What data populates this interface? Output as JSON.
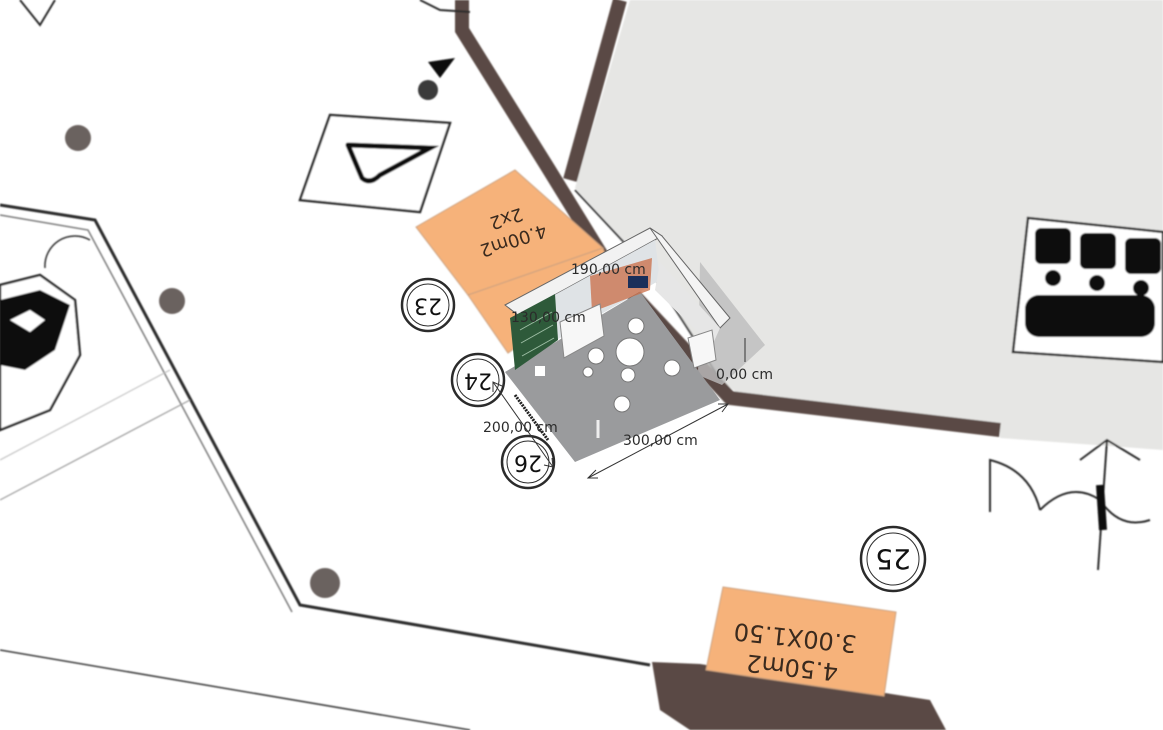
{
  "zones": [
    {
      "id": "zone-2x2",
      "area": "4.00m2",
      "size": "2x2"
    },
    {
      "id": "zone-3x1-5",
      "area": "4.50m2",
      "size": "3.00X1.50"
    }
  ],
  "stands": [
    "23",
    "24",
    "25",
    "26"
  ],
  "dimensions": {
    "back_wall": "190,00 cm",
    "side_counter": "130,00 cm",
    "height": "0,00 cm",
    "depth": "200,00 cm",
    "width": "300,00 cm"
  },
  "colors": {
    "zone_fill": "#f6b27a",
    "wall_dark": "#5a4a44",
    "hall_fill": "#e6e6e4",
    "stand_floor": "#9a9b9d",
    "wall_green": "#2e5a3a"
  },
  "icons": [
    "hanger-icon",
    "exit-door-icon",
    "projector-icon",
    "column-icon"
  ]
}
